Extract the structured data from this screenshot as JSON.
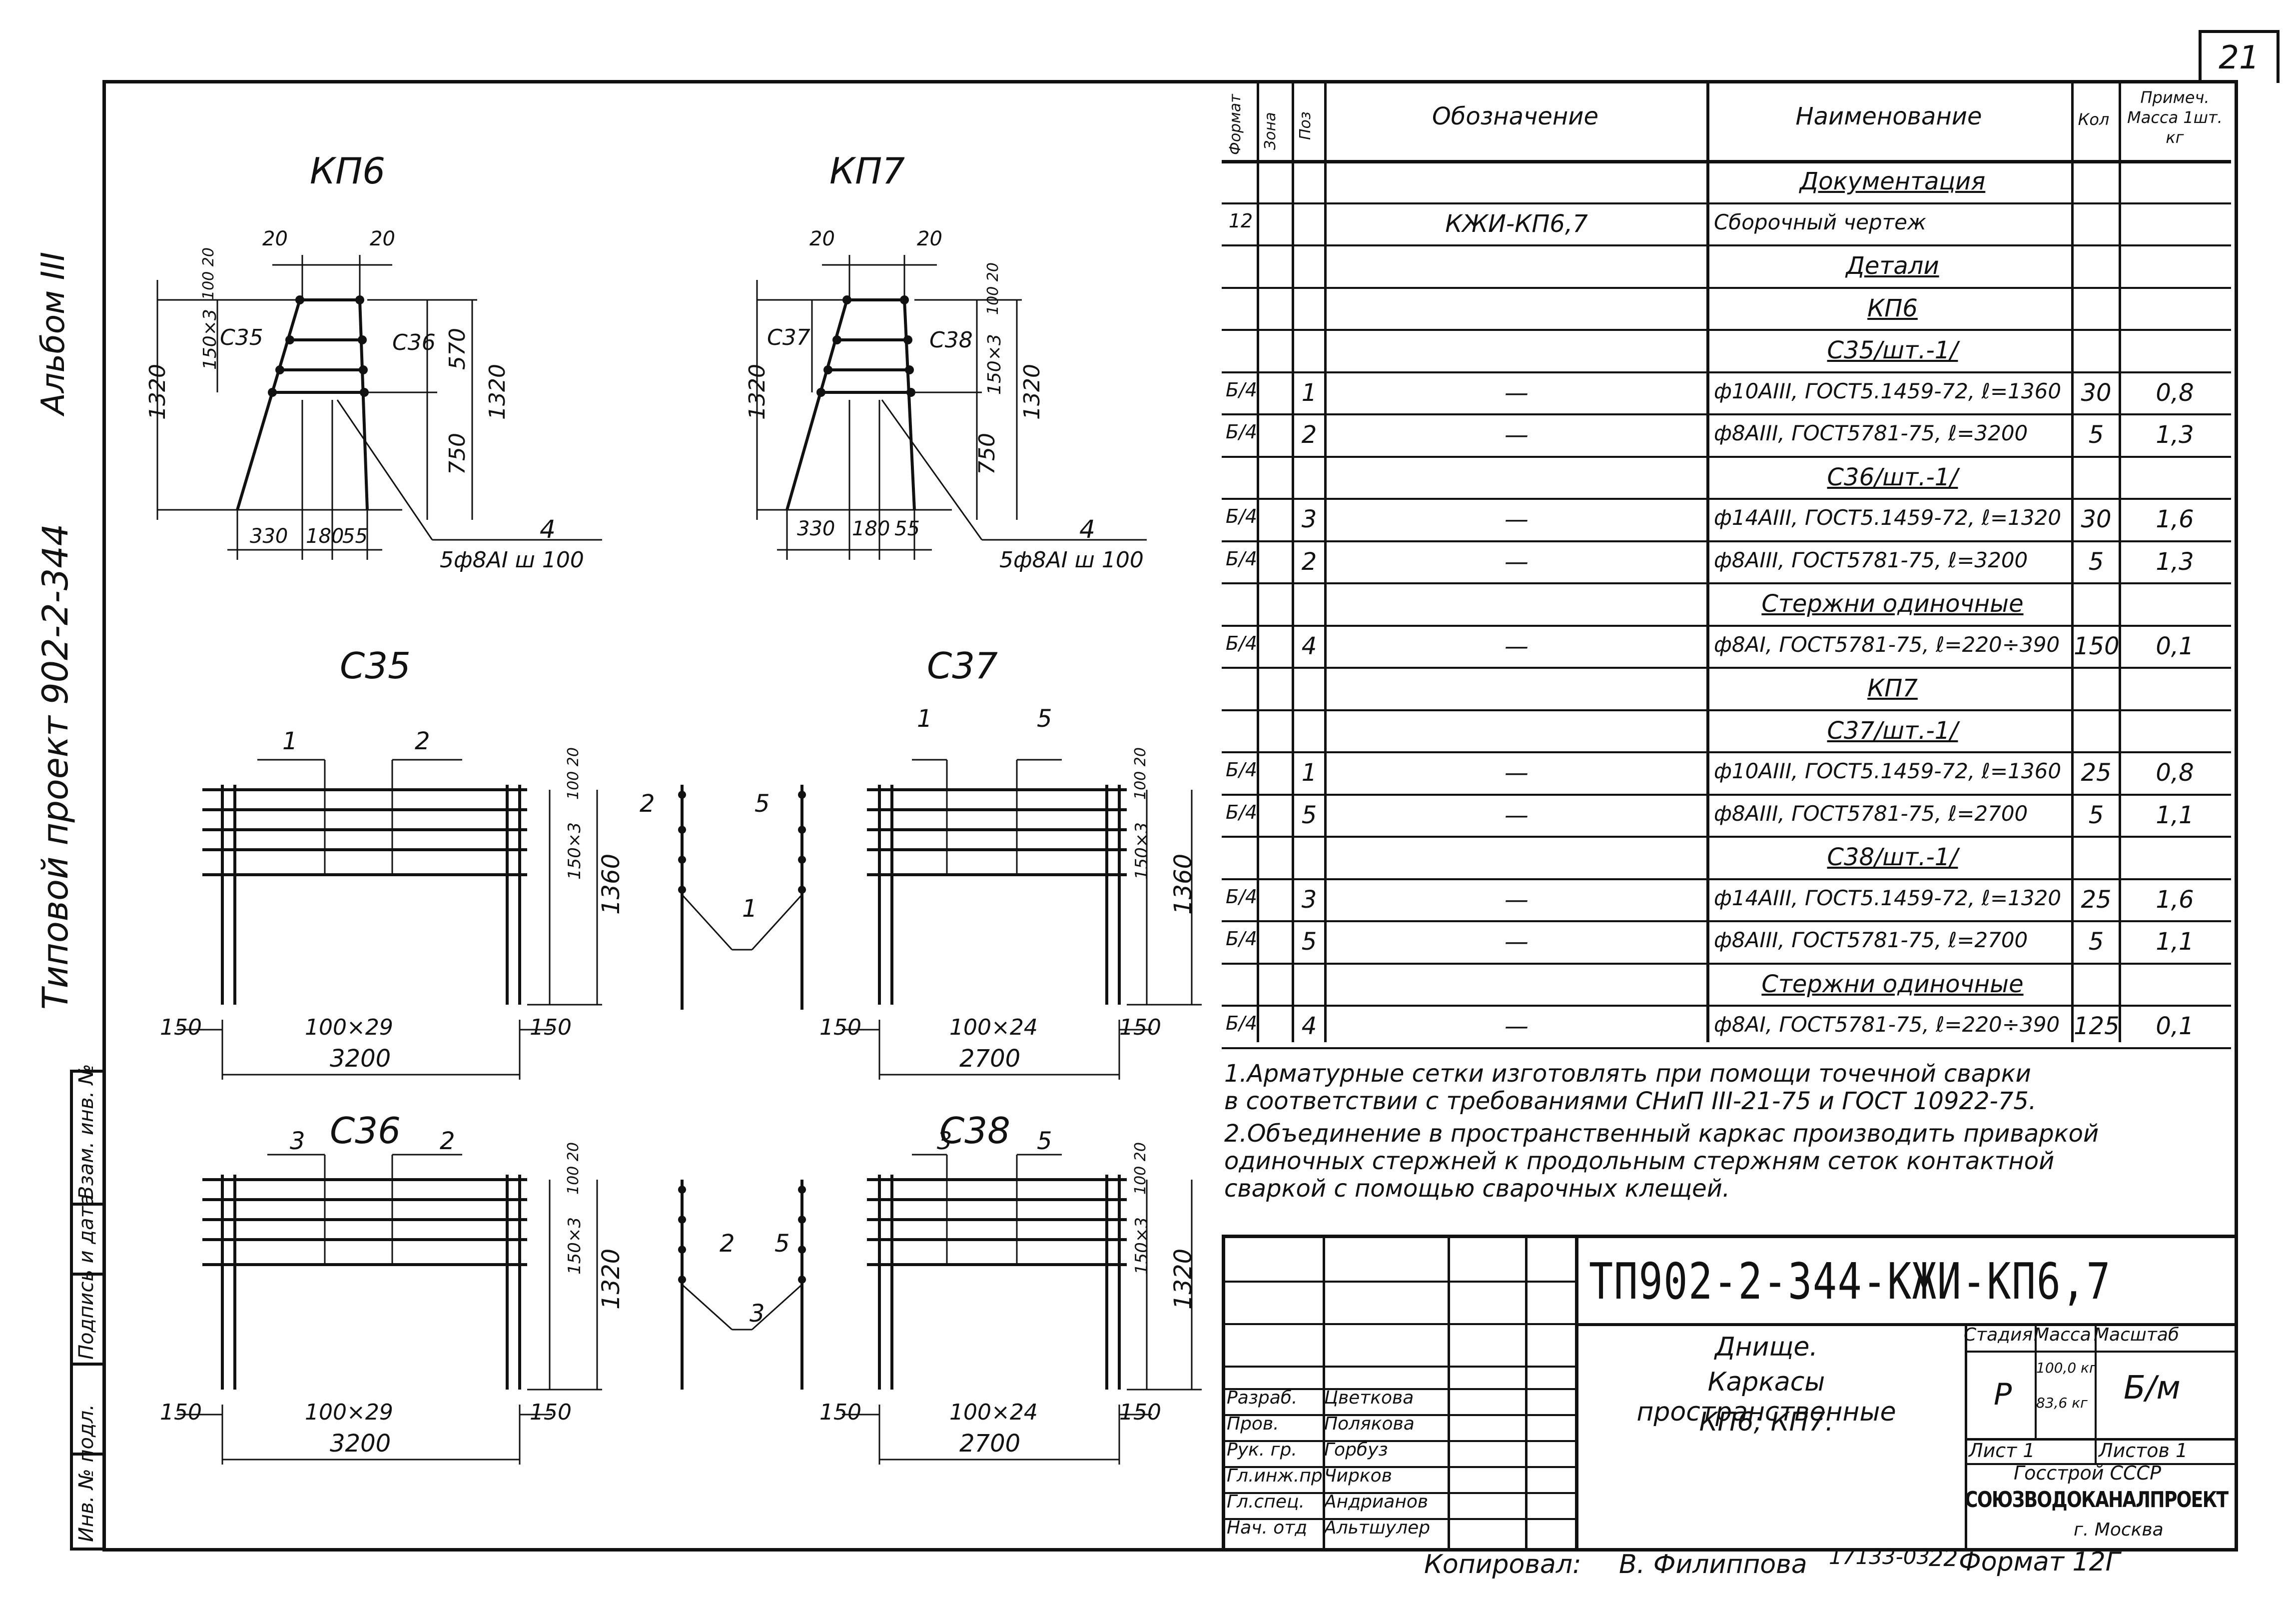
{
  "sheet_number": "21",
  "side_texts": {
    "album": "Альбом III",
    "project": "Типовой проект 902-2-344",
    "stamp_cells": [
      "Инв. № подл.",
      "Подпись и дата",
      "Взам. инв. №"
    ]
  },
  "drawings": {
    "kp6": {
      "title": "КП6",
      "dims": {
        "top_left": "20",
        "top_right": "20",
        "pitch": "150×3",
        "top_small": "100 20",
        "h_top": "570",
        "h_bottom": "750",
        "h_total_left": "1320",
        "h_total_right": "1320",
        "b1": "330",
        "b2": "180",
        "b3": "55"
      },
      "mesh_labels": [
        "С35",
        "С36"
      ],
      "leader_num": "4",
      "leader_spec": "5ф8АI ш 100"
    },
    "kp7": {
      "title": "КП7",
      "dims": {
        "top_left": "20",
        "top_right": "20",
        "pitch": "150×3",
        "top_small": "100 20",
        "h_bottom": "750",
        "h_total_left": "1320",
        "h_total_right": "1320",
        "b1": "330",
        "b2": "180",
        "b3": "55"
      },
      "mesh_labels": [
        "С37",
        "С38"
      ],
      "leader_num": "4",
      "leader_spec": "5ф8АI ш 100"
    },
    "c35": {
      "title": "С35",
      "pos_left": "1",
      "pos_right": "2",
      "pitch": "150×3",
      "top_small": "100 20",
      "height": "1360",
      "left_ext": "150",
      "right_ext": "150",
      "grid": "100×29",
      "total": "3200"
    },
    "c37": {
      "title": "С37",
      "pos_left": "1",
      "pos_right": "5",
      "pitch": "150×3",
      "top_small": "100 20",
      "height": "1360",
      "left_ext": "150",
      "right_ext": "150",
      "grid": "100×24",
      "total": "2700"
    },
    "c36": {
      "title": "С36",
      "pos_left": "3",
      "pos_right": "2",
      "pitch": "150×3",
      "top_small": "100 20",
      "height": "1320",
      "left_ext": "150",
      "right_ext": "150",
      "grid": "100×29",
      "total": "3200"
    },
    "c38": {
      "title": "С38",
      "pos_left": "3",
      "pos_right": "5",
      "pitch": "150×3",
      "top_small": "100 20",
      "height": "1320",
      "left_ext": "150",
      "right_ext": "150",
      "grid": "100×24",
      "total": "2700"
    },
    "side_top": {
      "a": "2",
      "b": "5",
      "c": "1"
    },
    "side_bottom": {
      "a": "2",
      "b": "5",
      "c": "3"
    }
  },
  "spec": {
    "headers": {
      "format": "Формат",
      "zone": "Зона",
      "pos": "Поз",
      "designation": "Обозначение",
      "name": "Наименование",
      "qty": "Кол",
      "note": "Примеч. Масса 1шт. кг"
    },
    "rows": [
      {
        "format": "",
        "pos": "",
        "designation": "",
        "name": "Документация",
        "qty": "",
        "note": ""
      },
      {
        "format": "12",
        "pos": "",
        "designation": "КЖИ-КП6,7",
        "name": "Сборочный чертеж",
        "qty": "",
        "note": ""
      },
      {
        "format": "",
        "pos": "",
        "designation": "",
        "name": "Детали",
        "qty": "",
        "note": ""
      },
      {
        "format": "",
        "pos": "",
        "designation": "",
        "name": "КП6",
        "qty": "",
        "note": ""
      },
      {
        "format": "",
        "pos": "",
        "designation": "",
        "name": "С35/шт.-1/",
        "qty": "",
        "note": ""
      },
      {
        "format": "Б/4",
        "pos": "1",
        "designation": "—",
        "name": "ф10АIII, ГОСТ5.1459-72, ℓ=1360",
        "qty": "30",
        "note": "0,8"
      },
      {
        "format": "Б/4",
        "pos": "2",
        "designation": "—",
        "name": "ф8АIII, ГОСТ5781-75, ℓ=3200",
        "qty": "5",
        "note": "1,3"
      },
      {
        "format": "",
        "pos": "",
        "designation": "",
        "name": "С36/шт.-1/",
        "qty": "",
        "note": ""
      },
      {
        "format": "Б/4",
        "pos": "3",
        "designation": "—",
        "name": "ф14АIII, ГОСТ5.1459-72, ℓ=1320",
        "qty": "30",
        "note": "1,6"
      },
      {
        "format": "Б/4",
        "pos": "2",
        "designation": "—",
        "name": "ф8АIII, ГОСТ5781-75, ℓ=3200",
        "qty": "5",
        "note": "1,3"
      },
      {
        "format": "",
        "pos": "",
        "designation": "",
        "name": "Стержни одиночные",
        "qty": "",
        "note": ""
      },
      {
        "format": "Б/4",
        "pos": "4",
        "designation": "—",
        "name": "ф8АI, ГОСТ5781-75, ℓ=220÷390",
        "qty": "150",
        "note": "0,1"
      },
      {
        "format": "",
        "pos": "",
        "designation": "",
        "name": "КП7",
        "qty": "",
        "note": ""
      },
      {
        "format": "",
        "pos": "",
        "designation": "",
        "name": "С37/шт.-1/",
        "qty": "",
        "note": ""
      },
      {
        "format": "Б/4",
        "pos": "1",
        "designation": "—",
        "name": "ф10АIII, ГОСТ5.1459-72, ℓ=1360",
        "qty": "25",
        "note": "0,8"
      },
      {
        "format": "Б/4",
        "pos": "5",
        "designation": "—",
        "name": "ф8АIII, ГОСТ5781-75, ℓ=2700",
        "qty": "5",
        "note": "1,1"
      },
      {
        "format": "",
        "pos": "",
        "designation": "",
        "name": "С38/шт.-1/",
        "qty": "",
        "note": ""
      },
      {
        "format": "Б/4",
        "pos": "3",
        "designation": "—",
        "name": "ф14АIII, ГОСТ5.1459-72, ℓ=1320",
        "qty": "25",
        "note": "1,6"
      },
      {
        "format": "Б/4",
        "pos": "5",
        "designation": "—",
        "name": "ф8АIII, ГОСТ5781-75, ℓ=2700",
        "qty": "5",
        "note": "1,1"
      },
      {
        "format": "",
        "pos": "",
        "designation": "",
        "name": "Стержни одиночные",
        "qty": "",
        "note": ""
      },
      {
        "format": "Б/4",
        "pos": "4",
        "designation": "—",
        "name": "ф8АI, ГОСТ5781-75, ℓ=220÷390",
        "qty": "125",
        "note": "0,1"
      }
    ]
  },
  "notes": [
    "1.Арматурные сетки изготовлять при помощи точечной сварки",
    "  в соответствии с требованиями СНиП III-21-75 и ГОСТ 10922-75.",
    "2.Объединение в пространственный каркас производить приваркой",
    "  одиночных стержней к продольным стержням сеток контактной",
    "  сваркой с помощью сварочных клещей."
  ],
  "title_block": {
    "code": "ТП902-2-344-КЖИ-КП6,7",
    "title_lines": [
      "Днище.",
      "Каркасы пространственные",
      "КП6; КП7."
    ],
    "stage_label": "Стадия",
    "stage": "Р",
    "mass_label": "Масса",
    "mass_values": [
      "100,0 кг",
      "83,6 кг"
    ],
    "scale_label": "Масштаб",
    "scale": "Б/м",
    "sheet_label": "Лист 1",
    "sheets_label": "Листов 1",
    "org_top": "Госстрой СССР",
    "org": "СОЮЗВОДОКАНАЛПРОЕКТ",
    "org_city": "г. Москва",
    "people": [
      {
        "role": "Разраб.",
        "name": "Цветкова"
      },
      {
        "role": "Пров.",
        "name": "Полякова"
      },
      {
        "role": "Рук. гр.",
        "name": "Горбуз"
      },
      {
        "role": "Гл.инж.пр",
        "name": "Чирков"
      },
      {
        "role": "Гл.спец.",
        "name": "Андрианов"
      },
      {
        "role": "Нач. отд",
        "name": "Альтшулер"
      }
    ]
  },
  "footer": {
    "copied": "Копировал:",
    "copier": "В. Филиппова",
    "order": "17133-03",
    "num": "22",
    "format": "Формат 12Г"
  }
}
